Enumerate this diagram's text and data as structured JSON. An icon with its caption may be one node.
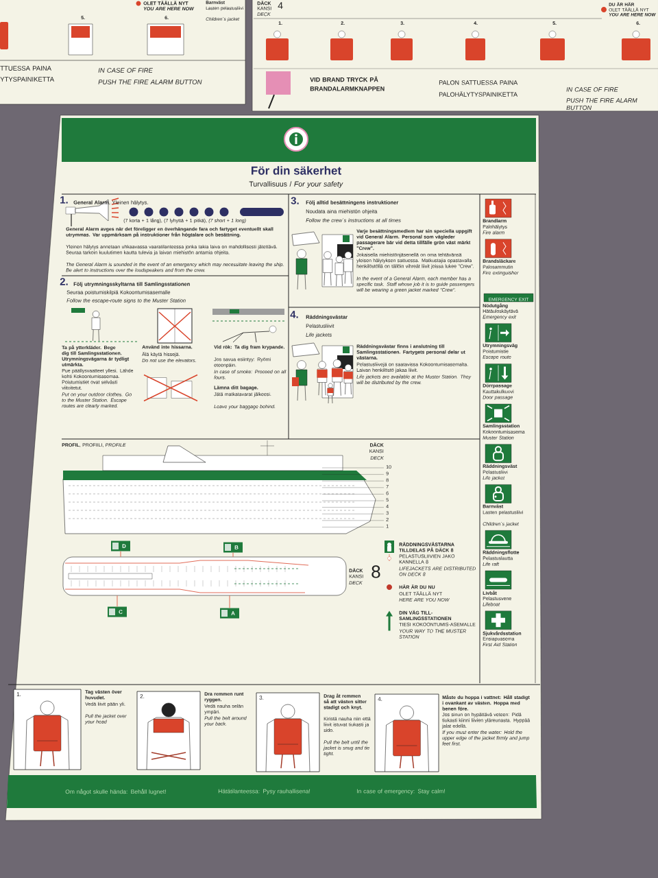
{
  "diagram": {
    "title": "För din säkerhet",
    "nodes": [
      {
        "text": [],
        "shape": "picture",
        "beside": [
          "DÄCK",
          "KANSI",
          "DECK",
          "8"
        ]
      },
      {
        "text": [
          "D"
        ]
      },
      {
        "text": [
          "B"
        ]
      },
      {
        "text": [
          "C"
        ]
      },
      {
        "text": [
          "A"
        ]
      }
    ],
    "edges": [
      {
        "from": 1,
        "to": 0,
        "arrow": "none"
      },
      {
        "from": 2,
        "to": 0,
        "arrow": "none"
      },
      {
        "from": 3,
        "to": 0,
        "arrow": "none"
      },
      {
        "from": 4,
        "to": 0,
        "arrow": "none"
      }
    ],
    "labels": [
      "OLET TÄÄLLÄ NYT",
      "YOU ARE HERE NOW",
      "Barnväst",
      "Lasten pelastusliivi",
      "Children´s jacket",
      "5.",
      "6.",
      "TTUESSA PAINA",
      "YTYSPAINIKETTA",
      "IN CASE OF FIRE",
      "PUSH THE FIRE ALARM BUTTON",
      "DÄCK",
      "KANSI",
      "DECK",
      "4",
      "DU ÄR HÄR",
      "OLET TÄÄLLÄ NYT",
      "YOU ARE HERE NOW",
      "1.",
      "2.",
      "3.",
      "4.",
      "5.",
      "6.",
      "VID BRAND TRYCK PÅ",
      "BRANDALARMKNAPPEN",
      "PALON SATTUESSA PAINA",
      "PALOHÄLYTYSPAINIKETTA",
      "IN CASE OF FIRE",
      "PUSH THE FIRE ALARM BUTTON",
      "Turvallisuus / *For your safety*",
      "1.",
      "**General Alarm**, Yleinen hälytys.",
      "(7 korta + 1 lång), (7 lyhyttä + 1 pitkä), *(7 short + 1 long)*",
      "General Alarm avges när det föreligger en överhängande fara och fartyget eventuellt skall utrymmas. Var uppmärksam på instruktioner från högtalare och besättning.",
      "Yleinen hälytys annetaan uhkaavassa vaaratilanteessa jonka takia laiva on mahdollisesti jätettävä. Seuraa tarkoin kuulutimen kautta tulevia ja laivan miehistön antamia ohjeita.",
      "The General Alarm is sounded in the event of an emergency which may necessitate leaving the ship. Be alert to instructions over the loudspeakers and from the crew.",
      "2.",
      "Följ utrymningsskyltarna till Samlingsstationen",
      "Seuraa poistumiskilpiä Kokoontumisasemalle",
      "Follow the escape-route signs to the Muster Station",
      "Ta på ytterkläder. Bege dig till Samlingsstationen. Utrymningsvägarna är tydligt utmärkta.",
      "Pue päällysvaatteet yllesi. Lähde kohti Kokoontumisasemaa. Poistumistiet ovat selvästi viitoitetut.",
      "Put on your outdoor clothes. Go to the Muster Station. Escape routes are clearly marked.",
      "Använd inte hissarna.",
      "Älä käytä hissejä.",
      "Do not use the elevators.",
      "Vid rök: Ta dig fram krypande.",
      "Jos savua esiintyy: Ryömi eteenpäin.",
      "In case of smoke: Proceed on all fours.",
      "Lämna ditt bagage.",
      "Jätä matkatavarat jälkeesi.",
      "Leave your baggage behind.",
      "3.",
      "Följ alltid besättningens instruktioner",
      "Noudata aina miehistön ohjeita",
      "Follow the crew´s instructions at all times",
      "Varje besättningsmedlem har sin speciella uppgift vid General Alarm. Personal som vägleder passagerare bär vid detta tillfälle grön väst märkt \"Crew\".",
      "Jokaisella miehistönjäsenellä on oma tehtävänsä yleisen hälytyksen sattuessa. Matkustajia opastavalla henkilöstöllä on tällöin vihreät liivit joissa lukee \"Crew\".",
      "In the event of a General Alarm, each member has a specific task. Staff whose job it is to guide passengers will be wearing a green jacket marked \"Crew\".",
      "4.",
      "Räddningsvästar",
      "Pelastusliivit",
      "Life jackets",
      "Räddningsvästar finns i anslutning till Samlingsstationen. Fartygets personal delar ut västarna.",
      "Pelastusliivejä on saatavissa Kokoontumisasemalta. Laivan henkilöstö jakaa liivit.",
      "Life jackets are available at the Muster Station. They will be distributed by the crew.",
      "**PROFIL**, PROFIILI, *PROFILE*",
      "DÄCK",
      "KANSI",
      "DECK",
      "10",
      "9",
      "8",
      "7",
      "6",
      "5",
      "4",
      "3",
      "2",
      "1",
      "PELASTUSLIIVIEN JAKO KANNELLA 8",
      "LIFEJACKETS ARE DISTRIBUTED ON DECK 8",
      "OLET TÄÄLLÄ NYT",
      "HERE ARE YOU NOW",
      "TIESI KOKOONTUMIS-ASEMALLE",
      "YOUR WAY TO THE MUSTER STATION",
      "EMERGENCY EXIT",
      "Brandlarm",
      "Palohälytys",
      "Fire alarm",
      "Brandsläckare",
      "Palosammutin",
      "Fire extinguisher",
      "Nödutgång",
      "Hätäuloskäytävä",
      "Emergency exit",
      "Utrymningsväg",
      "Poistumistie",
      "Escape route",
      "Dörrpassage",
      "Kauttakulkuovi",
      "Door passage",
      "Samlingsstation",
      "Kokoontumisasema",
      "Muster Station",
      "Räddningsväst",
      "Pelastusliivi",
      "Life jacket",
      "Barnväst",
      "Lasten pelastusliivi",
      "Children´s jacket",
      "Räddningsflotte",
      "Pelastuslautta",
      "Life raft",
      "Livbåt",
      "Pelastusvene",
      "Lifeboat",
      "Sjukvårdsstation",
      "Ensiapuasema",
      "First Aid Station",
      "1.",
      "Tag västen över huvudet.",
      "Vedä liivit pään yli.",
      "Pull the jacket over your head",
      "2.",
      "Dra remmen runt ryggen.",
      "Vedä nauha selän ympäri.",
      "Pull the belt around your back.",
      "3.",
      "Drag åt remmen så att västen sitter stadigt och knyt.",
      "Kiristä nauha niin että liivit istuvat tiukasti ja sido.",
      "Pull the belt until the jacket is snug and tie tight.",
      "4.",
      "Måste du hoppa i vattnet: Håll stadigt i ovankant av västen. Hoppa med benen före.",
      "Jos sinun on hypättävä veteen: Pidä tiukasti kiinni liivien yläreunasta. Hyppää jalat edellä.",
      "If you must enter the water: Hold the upper edge of the jacket firmly and jump feet first.",
      "Om något skulle hända: Behåll lugnet!",
      "Hätätilanteessa: Pysy rauhallisena!",
      "In case of emergency: Stay calm!"
    ],
    "legend": [
      {
        "text": "RÄDDNINGSVÄSTARNA TILLDELAS PÅ DÄCK 8"
      },
      {
        "text": "HÄR ÄR DU NU",
        "color": "#c0392b"
      },
      {
        "text": "DIN VÄG TILL-SAMLINGSSTATIONEN"
      }
    ]
  }
}
